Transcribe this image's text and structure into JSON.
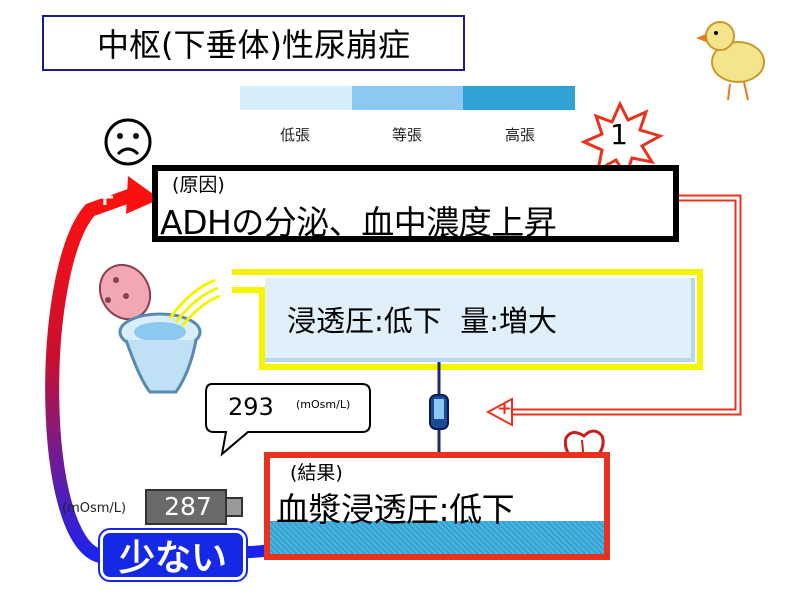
{
  "title": "中枢(下垂体)性尿崩症",
  "tonicity_scale": {
    "labels": [
      "低張",
      "等張",
      "高張"
    ],
    "colors": [
      "#d6eefb",
      "#8cc8f0",
      "#2ea3d4"
    ]
  },
  "cause": {
    "label": "(原因)",
    "text": "ADHの分泌、血中濃度上昇"
  },
  "middle": {
    "text": "浸透圧:低下  量:増大"
  },
  "result": {
    "label": "(結果)",
    "text": "血漿浸透圧:低下"
  },
  "speech_bubble": {
    "value": "293",
    "unit": "(mOsm/L)"
  },
  "gauge": {
    "value": "287",
    "unit": "(mOsm/L)"
  },
  "urine_amount": "少ない",
  "burst_number": "1",
  "signs": {
    "plus": "+"
  },
  "icons": [
    "sad-face-icon",
    "toilet-icon",
    "heart-icon",
    "chick-icon",
    "down-arrow-icon",
    "syringe-icon"
  ]
}
